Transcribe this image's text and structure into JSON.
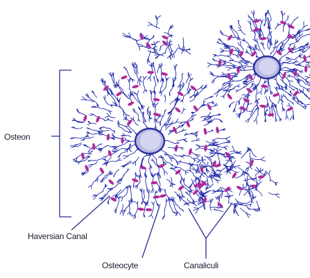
{
  "labels": {
    "osteon": "Osteon",
    "haversian_canal": "Haversian Canal",
    "osteocyte": "Osteocyte",
    "canaliculi": "Canaliculi"
  },
  "colors": {
    "network": "#1f2aa8",
    "osteocyte": "#b0289b",
    "canal_fill": "#b7b8e2",
    "canal_outline": "#2a2f9e",
    "leader_line": "#2a2f8c",
    "text": "#1a1a2e"
  }
}
